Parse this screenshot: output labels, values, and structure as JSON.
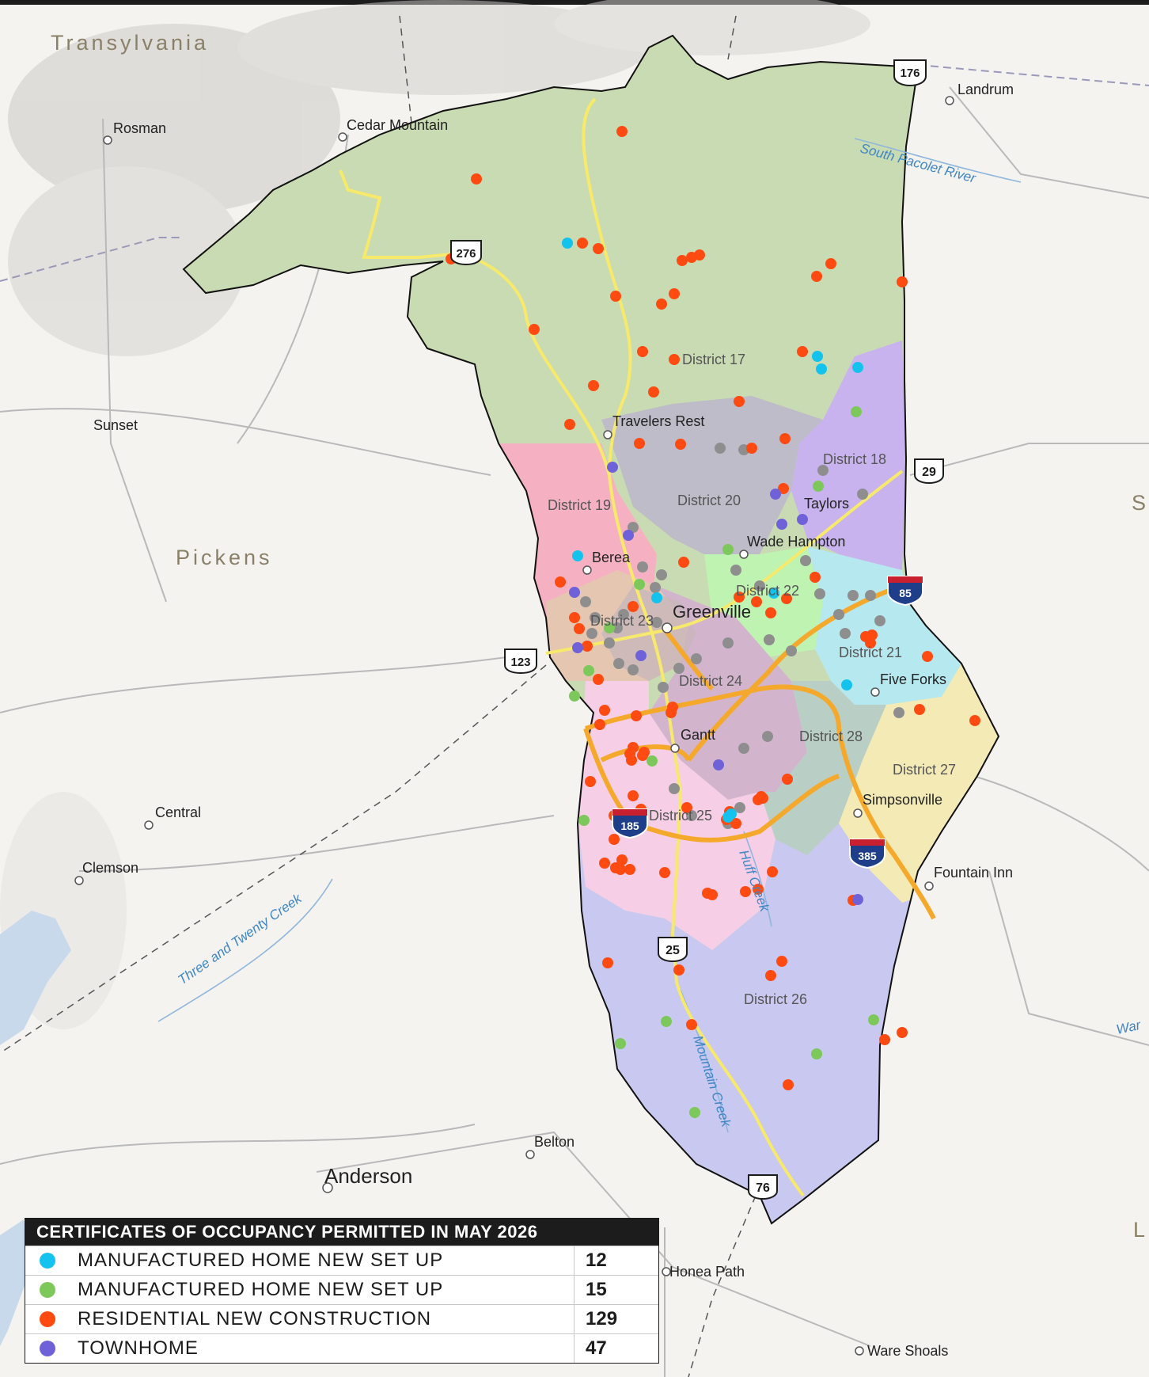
{
  "title": "",
  "colors": {
    "manufactured_cyan": "#14c2ee",
    "manufactured_green": "#7dc85a",
    "residential": "#ff4a12",
    "townhome": "#6f62d9",
    "other_gray": "#8e8e8e",
    "road_primary": "#f6e96b",
    "interstate": "#f4a92c",
    "water": "#3f86c6"
  },
  "map": {
    "regions": {
      "transylvania": "Transylvania",
      "pickens": "Pickens",
      "s_edge": "S",
      "l_edge": "L"
    },
    "cities": [
      {
        "name": "Rosman",
        "key": "rosman"
      },
      {
        "name": "Cedar Mountain",
        "key": "cedar"
      },
      {
        "name": "Landrum",
        "key": "landrum"
      },
      {
        "name": "Sunset",
        "key": "sunset"
      },
      {
        "name": "Travelers Rest",
        "key": "tr"
      },
      {
        "name": "Taylors",
        "key": "taylors"
      },
      {
        "name": "Wade Hampton",
        "key": "wade"
      },
      {
        "name": "Berea",
        "key": "berea"
      },
      {
        "name": "Greenville",
        "key": "greenville"
      },
      {
        "name": "Five Forks",
        "key": "fiveforks"
      },
      {
        "name": "Gantt",
        "key": "gantt"
      },
      {
        "name": "Simpsonville",
        "key": "simpsonville"
      },
      {
        "name": "Fountain Inn",
        "key": "fountain"
      },
      {
        "name": "Central",
        "key": "central"
      },
      {
        "name": "Clemson",
        "key": "clemson"
      },
      {
        "name": "Belton",
        "key": "belton"
      },
      {
        "name": "Anderson",
        "key": "anderson"
      },
      {
        "name": "Honea Path",
        "key": "honea"
      },
      {
        "name": "Ware Shoals",
        "key": "wareshoals"
      }
    ],
    "districts": [
      "District 17",
      "District 18",
      "District 19",
      "District 20",
      "District 21",
      "District 22",
      "District 23",
      "District 24",
      "District 25",
      "District 26",
      "District 27",
      "District 28"
    ],
    "waterways": [
      "South Pacolet River",
      "Three and Twenty Creek",
      "Huff Creek",
      "Mountain Creek",
      "War"
    ],
    "shields": {
      "us176": "176",
      "us276": "276",
      "us29": "29",
      "us123": "123",
      "i85": "85",
      "i185": "185",
      "i385": "385",
      "us25": "25",
      "us76": "76"
    }
  },
  "legend": {
    "title": "CERTIFICATES OF OCCUPANCY PERMITTED IN MAY 2026",
    "items": [
      {
        "label": "MANUFACTURED HOME NEW SET UP",
        "count": "12",
        "color": "#14c2ee"
      },
      {
        "label": "MANUFACTURED HOME NEW SET UP",
        "count": "15",
        "color": "#7dc85a"
      },
      {
        "label": "RESIDENTIAL NEW CONSTRUCTION",
        "count": "129",
        "color": "#ff4a12"
      },
      {
        "label": "TOWNHOME",
        "count": "47",
        "color": "#6f62d9"
      }
    ]
  }
}
